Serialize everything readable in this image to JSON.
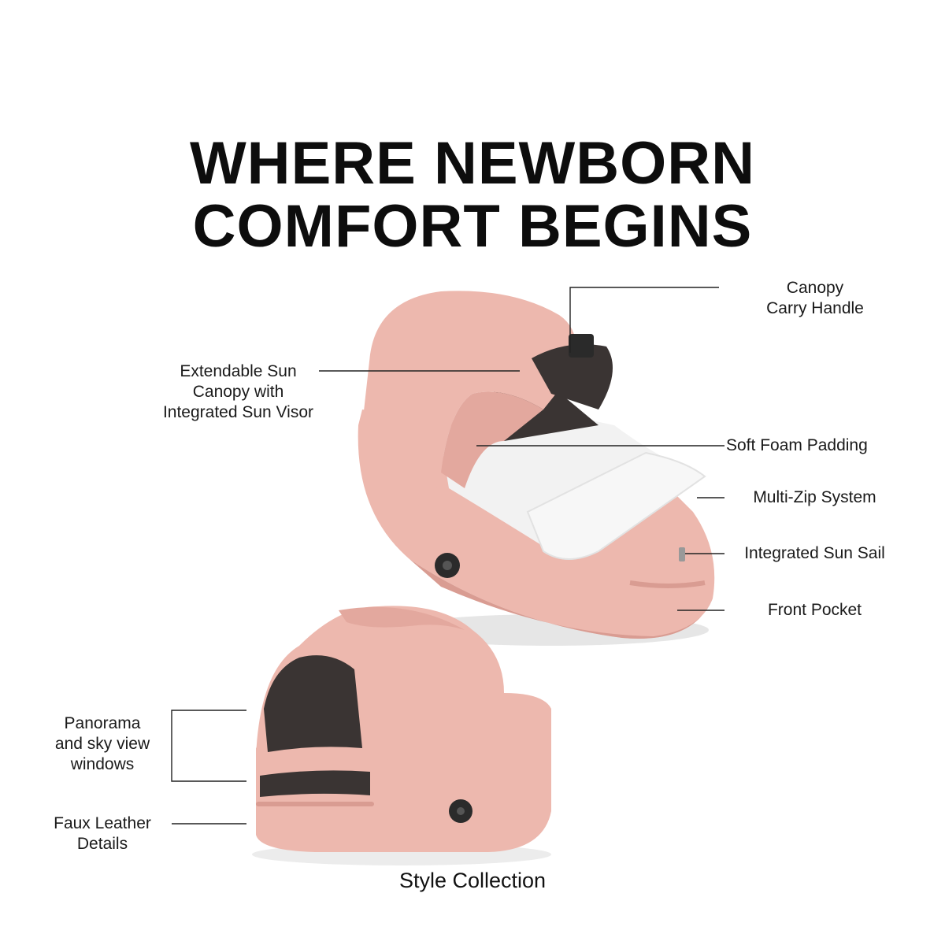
{
  "headline": {
    "line1": "WHERE NEWBORN",
    "line2": "COMFORT BEGINS"
  },
  "callouts": {
    "canopy_handle": {
      "line1": "Canopy",
      "line2": "Carry Handle"
    },
    "sun_canopy": {
      "line1": "Extendable Sun",
      "line2": "Canopy with",
      "line3": "Integrated Sun Visor"
    },
    "foam_padding": "Soft Foam Padding",
    "multi_zip": "Multi-Zip System",
    "sun_sail": "Integrated Sun Sail",
    "front_pocket": "Front Pocket",
    "panorama": {
      "line1": "Panorama",
      "line2": "and sky view",
      "line3": "windows"
    },
    "faux_leather": {
      "line1": "Faux Leather",
      "line2": "Details"
    }
  },
  "caption": "Style Collection",
  "colors": {
    "product_pink": "#edb8ae",
    "product_shadow": "#d99c92",
    "liner_white": "#f2f2f2",
    "mesh_dark": "#3a3433",
    "leader_line": "#222222"
  }
}
